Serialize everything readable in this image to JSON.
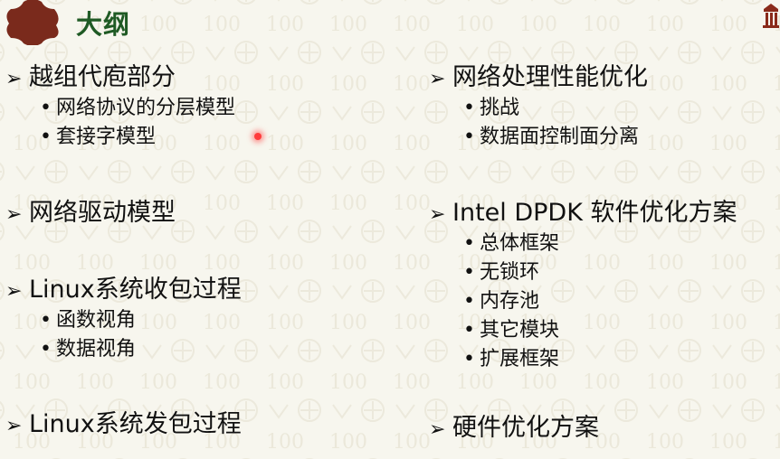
{
  "slide": {
    "title": "大纲",
    "colors": {
      "title": "#1f5a24",
      "logo": "#7a2a1c",
      "background": "#f7f6ee"
    },
    "icons": {
      "logo": "quatrefoil-logo-icon",
      "corner": "building-logo-icon",
      "bullet_l1": "arrow-bullet-icon",
      "bullet_l2": "dot-bullet-icon"
    }
  },
  "left": [
    {
      "label": "越组代庖部分",
      "subs": [
        "网络协议的分层模型",
        "套接字模型"
      ]
    },
    {
      "label": "网络驱动模型",
      "subs": []
    },
    {
      "label": "Linux系统收包过程",
      "subs": [
        "函数视角",
        "数据视角"
      ]
    },
    {
      "label": "Linux系统发包过程",
      "subs": []
    }
  ],
  "right": [
    {
      "label": "网络处理性能优化",
      "subs": [
        "挑战",
        "数据面控制面分离"
      ]
    },
    {
      "label": "Intel DPDK 软件优化方案",
      "subs": [
        "总体框架",
        "无锁环",
        "内存池",
        "其它模块",
        "扩展框架"
      ]
    },
    {
      "label": "硬件优化方案",
      "subs": []
    }
  ]
}
